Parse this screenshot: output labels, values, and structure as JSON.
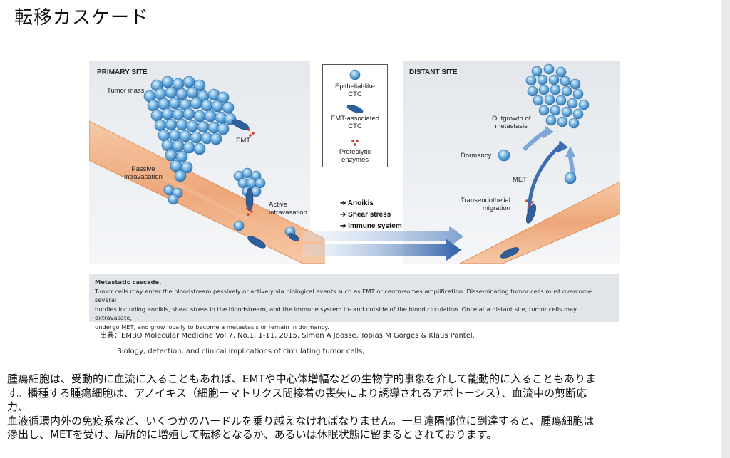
{
  "page": {
    "title": "転移カスケード"
  },
  "figure": {
    "primary_site": "PRIMARY SITE",
    "distant_site": "DISTANT SITE",
    "labels": {
      "tumor_mass": "Tumor mass",
      "emt": "EMT",
      "passive_1": "Passive",
      "passive_2": "intravasation",
      "active_1": "Active",
      "active_2": "intravasation",
      "dormancy": "Dormancy",
      "met": "MET",
      "outgrowth_1": "Outgrowth of",
      "outgrowth_2": "metastasis",
      "trans_1": "Transendothelial",
      "trans_2": "migration"
    },
    "legend": {
      "epithelial_1": "Epithelial-like",
      "epithelial_2": "CTC",
      "emt_assoc_1": "EMT-associated",
      "emt_assoc_2": "CTC",
      "proteolytic_1": "Proteolytic",
      "proteolytic_2": "enzymes"
    },
    "barriers": [
      "Anoikis",
      "Shear stress",
      "Immune system"
    ],
    "colors": {
      "cell": "#5fa4d6",
      "vessel": "#f0b48a",
      "emt_cell": "#2e5e9c",
      "enzyme": "#d43a2a",
      "arrow": "#2f5fa8"
    }
  },
  "caption": {
    "title": "Metastatic cascade.",
    "lines": [
      "Tumor cells may enter the bloodstream passively or actively via biological events such as EMT or centrosomes amplification. Disseminating tumor cells must overcome several",
      "hurdles including anoikis, shear stress in the bloodstream, and the immune system in- and outside of the blood circulation. Once at a distant site, tumor cells may extravasate,",
      "undergo MET, and grow locally to become a metastasis or remain in dormancy."
    ]
  },
  "source": {
    "line1": "出典：EMBO Molecular Medicine Vol 7, No.1, 1-11, 2015,    Simon A Joosse, Tobias M Gorges & Klaus Pantel,",
    "line2": "Biology, detection, and clinical implications of circulating tumor cells,"
  },
  "body": {
    "lines": [
      "腫瘍細胞は、受動的に血流に入ることもあれば、EMTや中心体増幅などの生物学的事象を介して能動的に入ることもありま",
      "す。播種する腫瘍細胞は、アノイキス（細胞ーマトリクス間接着の喪失により誘導されるアポトーシス）、血流中の剪断応",
      "力、",
      "血液循環内外の免疫系など、いくつかのハードルを乗り越えなければなりません。一旦遠隔部位に到達すると、腫瘍細胞は",
      "滲出し、METを受け、局所的に増殖して転移となるか、あるいは休眠状態に留まるとされております。"
    ]
  }
}
